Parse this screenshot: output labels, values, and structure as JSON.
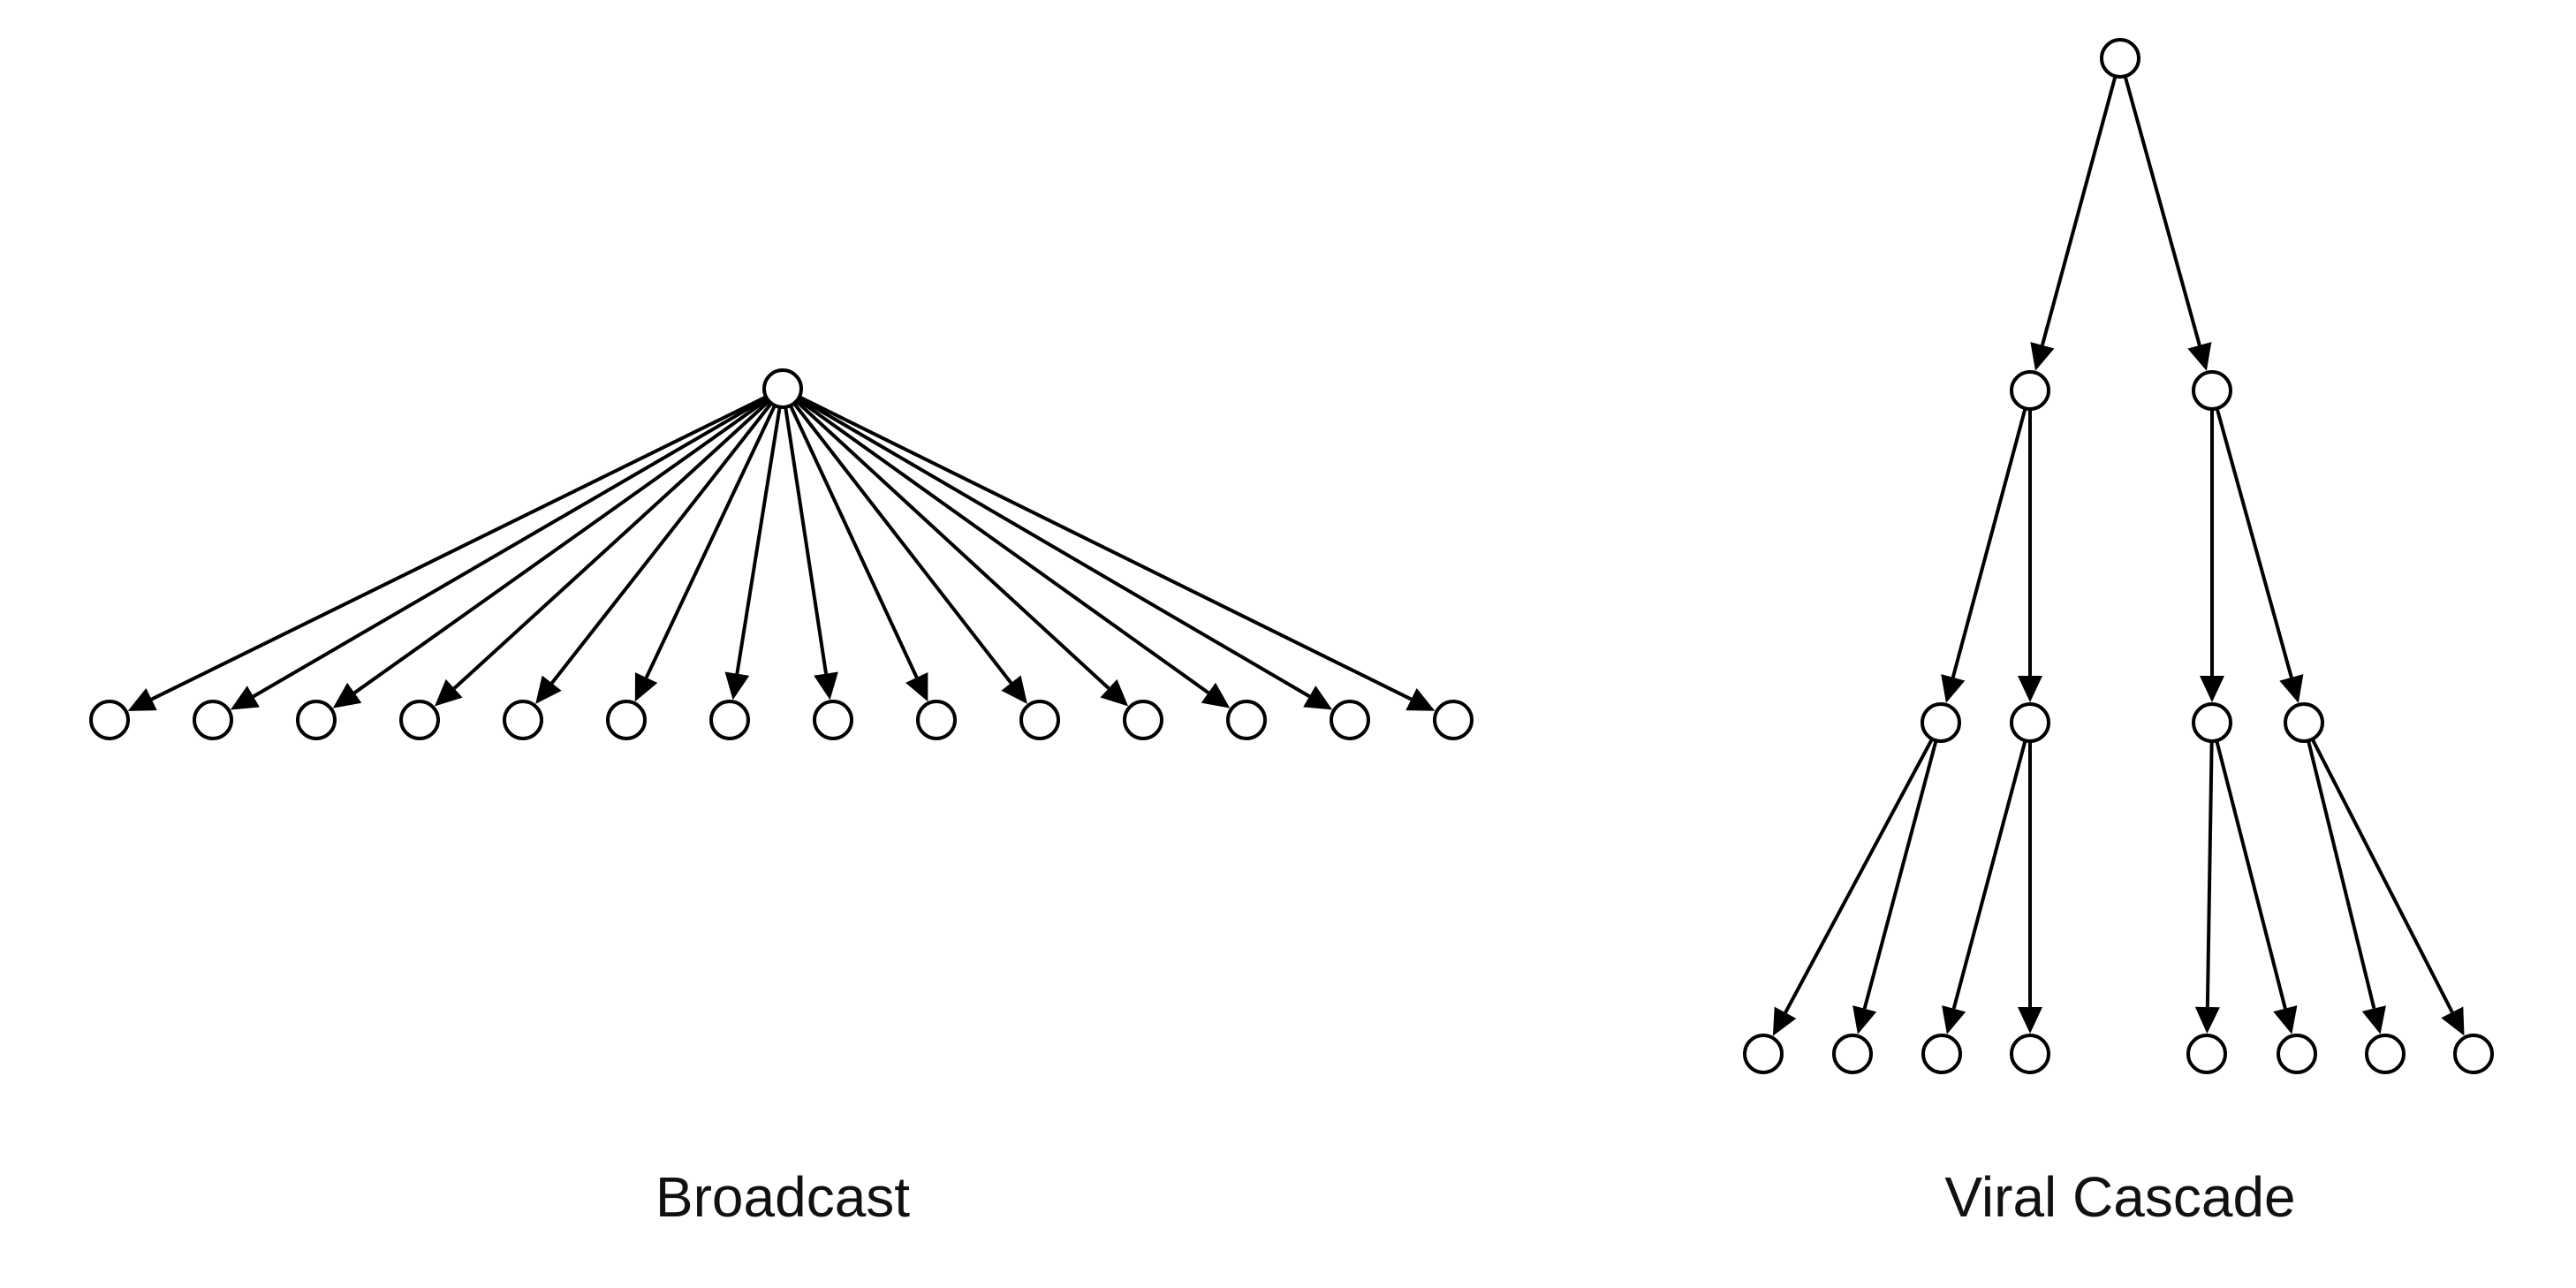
{
  "colors": {
    "stroke": "#000000",
    "node_fill": "#ffffff",
    "background": "#ffffff"
  },
  "broadcast": {
    "label": "Broadcast",
    "structure": "one root node with 14 children",
    "child_count": 14
  },
  "viral_cascade": {
    "label": "Viral Cascade",
    "structure": "binary tree with 4 levels",
    "level_sizes": [
      1,
      2,
      4,
      8
    ]
  }
}
